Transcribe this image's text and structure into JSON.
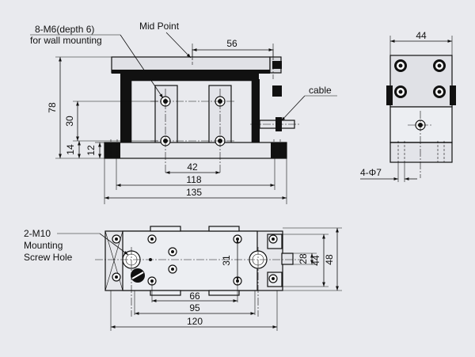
{
  "callouts": {
    "holes_line1": "8-M6(depth 6)",
    "holes_line2": "for wall mounting",
    "mid_point": "Mid Point",
    "cable": "cable",
    "mount_line1": "2-M10",
    "mount_line2": "Mounting",
    "mount_line3": "Screw Hole",
    "bore": "4-Φ7"
  },
  "dimensions": {
    "top_56": "56",
    "side_78": "78",
    "side_30": "30",
    "side_14": "14",
    "side_12": "12",
    "front_42": "42",
    "front_118": "118",
    "front_135": "135",
    "end_44": "44",
    "plan_31": "31",
    "plan_28": "28",
    "plan_44": "44",
    "plan_48": "48",
    "plan_66": "66",
    "plan_95": "95",
    "plan_120": "120"
  }
}
